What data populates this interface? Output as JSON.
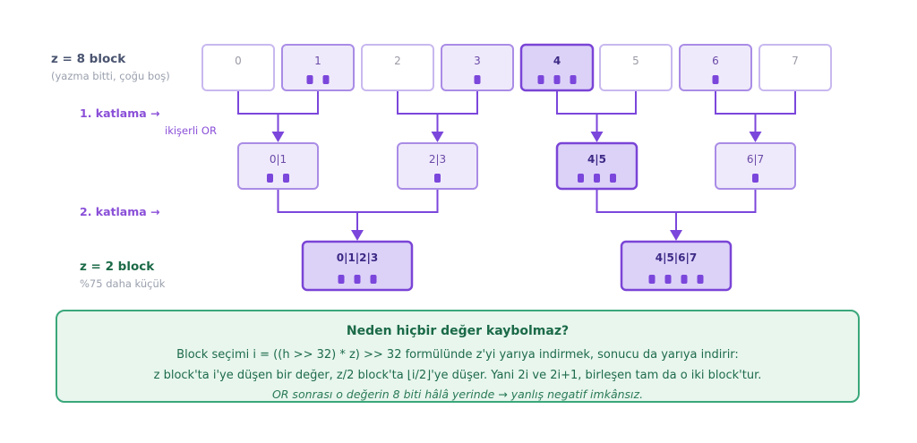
{
  "side_labels": {
    "z8_title": "z = 8 block",
    "z8_sub": "(yazma bitti, çoğu boş)",
    "fold1": "1. katlama →",
    "fold1_sub": "ikişerli OR",
    "fold2": "2. katlama →",
    "z2_title": "z = 2 block",
    "z2_sub": "%75 daha küçük"
  },
  "level0": [
    {
      "label": "0",
      "bits": 0
    },
    {
      "label": "1",
      "bits": 2
    },
    {
      "label": "2",
      "bits": 0
    },
    {
      "label": "3",
      "bits": 1
    },
    {
      "label": "4",
      "bits": 3
    },
    {
      "label": "5",
      "bits": 0
    },
    {
      "label": "6",
      "bits": 1
    },
    {
      "label": "7",
      "bits": 0
    }
  ],
  "level1": [
    {
      "label": "0|1",
      "bits": 2
    },
    {
      "label": "2|3",
      "bits": 1
    },
    {
      "label": "4|5",
      "bits": 3
    },
    {
      "label": "6|7",
      "bits": 1
    }
  ],
  "level2": [
    {
      "label": "0|1|2|3",
      "bits": 3
    },
    {
      "label": "4|5|6|7",
      "bits": 4
    }
  ],
  "note": {
    "title": "Neden hiçbir değer kaybolmaz?",
    "line1": "Block seçimi i = ((h >> 32) * z) >> 32 formülünde z'yi yarıya indirmek, sonucu da yarıya indirir:",
    "line2": "z block'ta i'ye düşen bir değer, z/2 block'ta ⌊i/2⌋'ye düşer. Yani 2i ve 2i+1, birleşen tam da o iki block'tur.",
    "line3": "OR sonrası o değerin 8 biti hâlâ yerinde → yanlış negatif imkânsız."
  },
  "colors": {
    "purple_dark": "#7a44d6",
    "purple_mid": "#a98ce6",
    "purple_light": "#efeafb",
    "purple_fill_strong": "#dcd2f8",
    "green_border": "#3aa77a",
    "green_fill": "#e8f6ee",
    "green_text": "#1b6a47"
  }
}
